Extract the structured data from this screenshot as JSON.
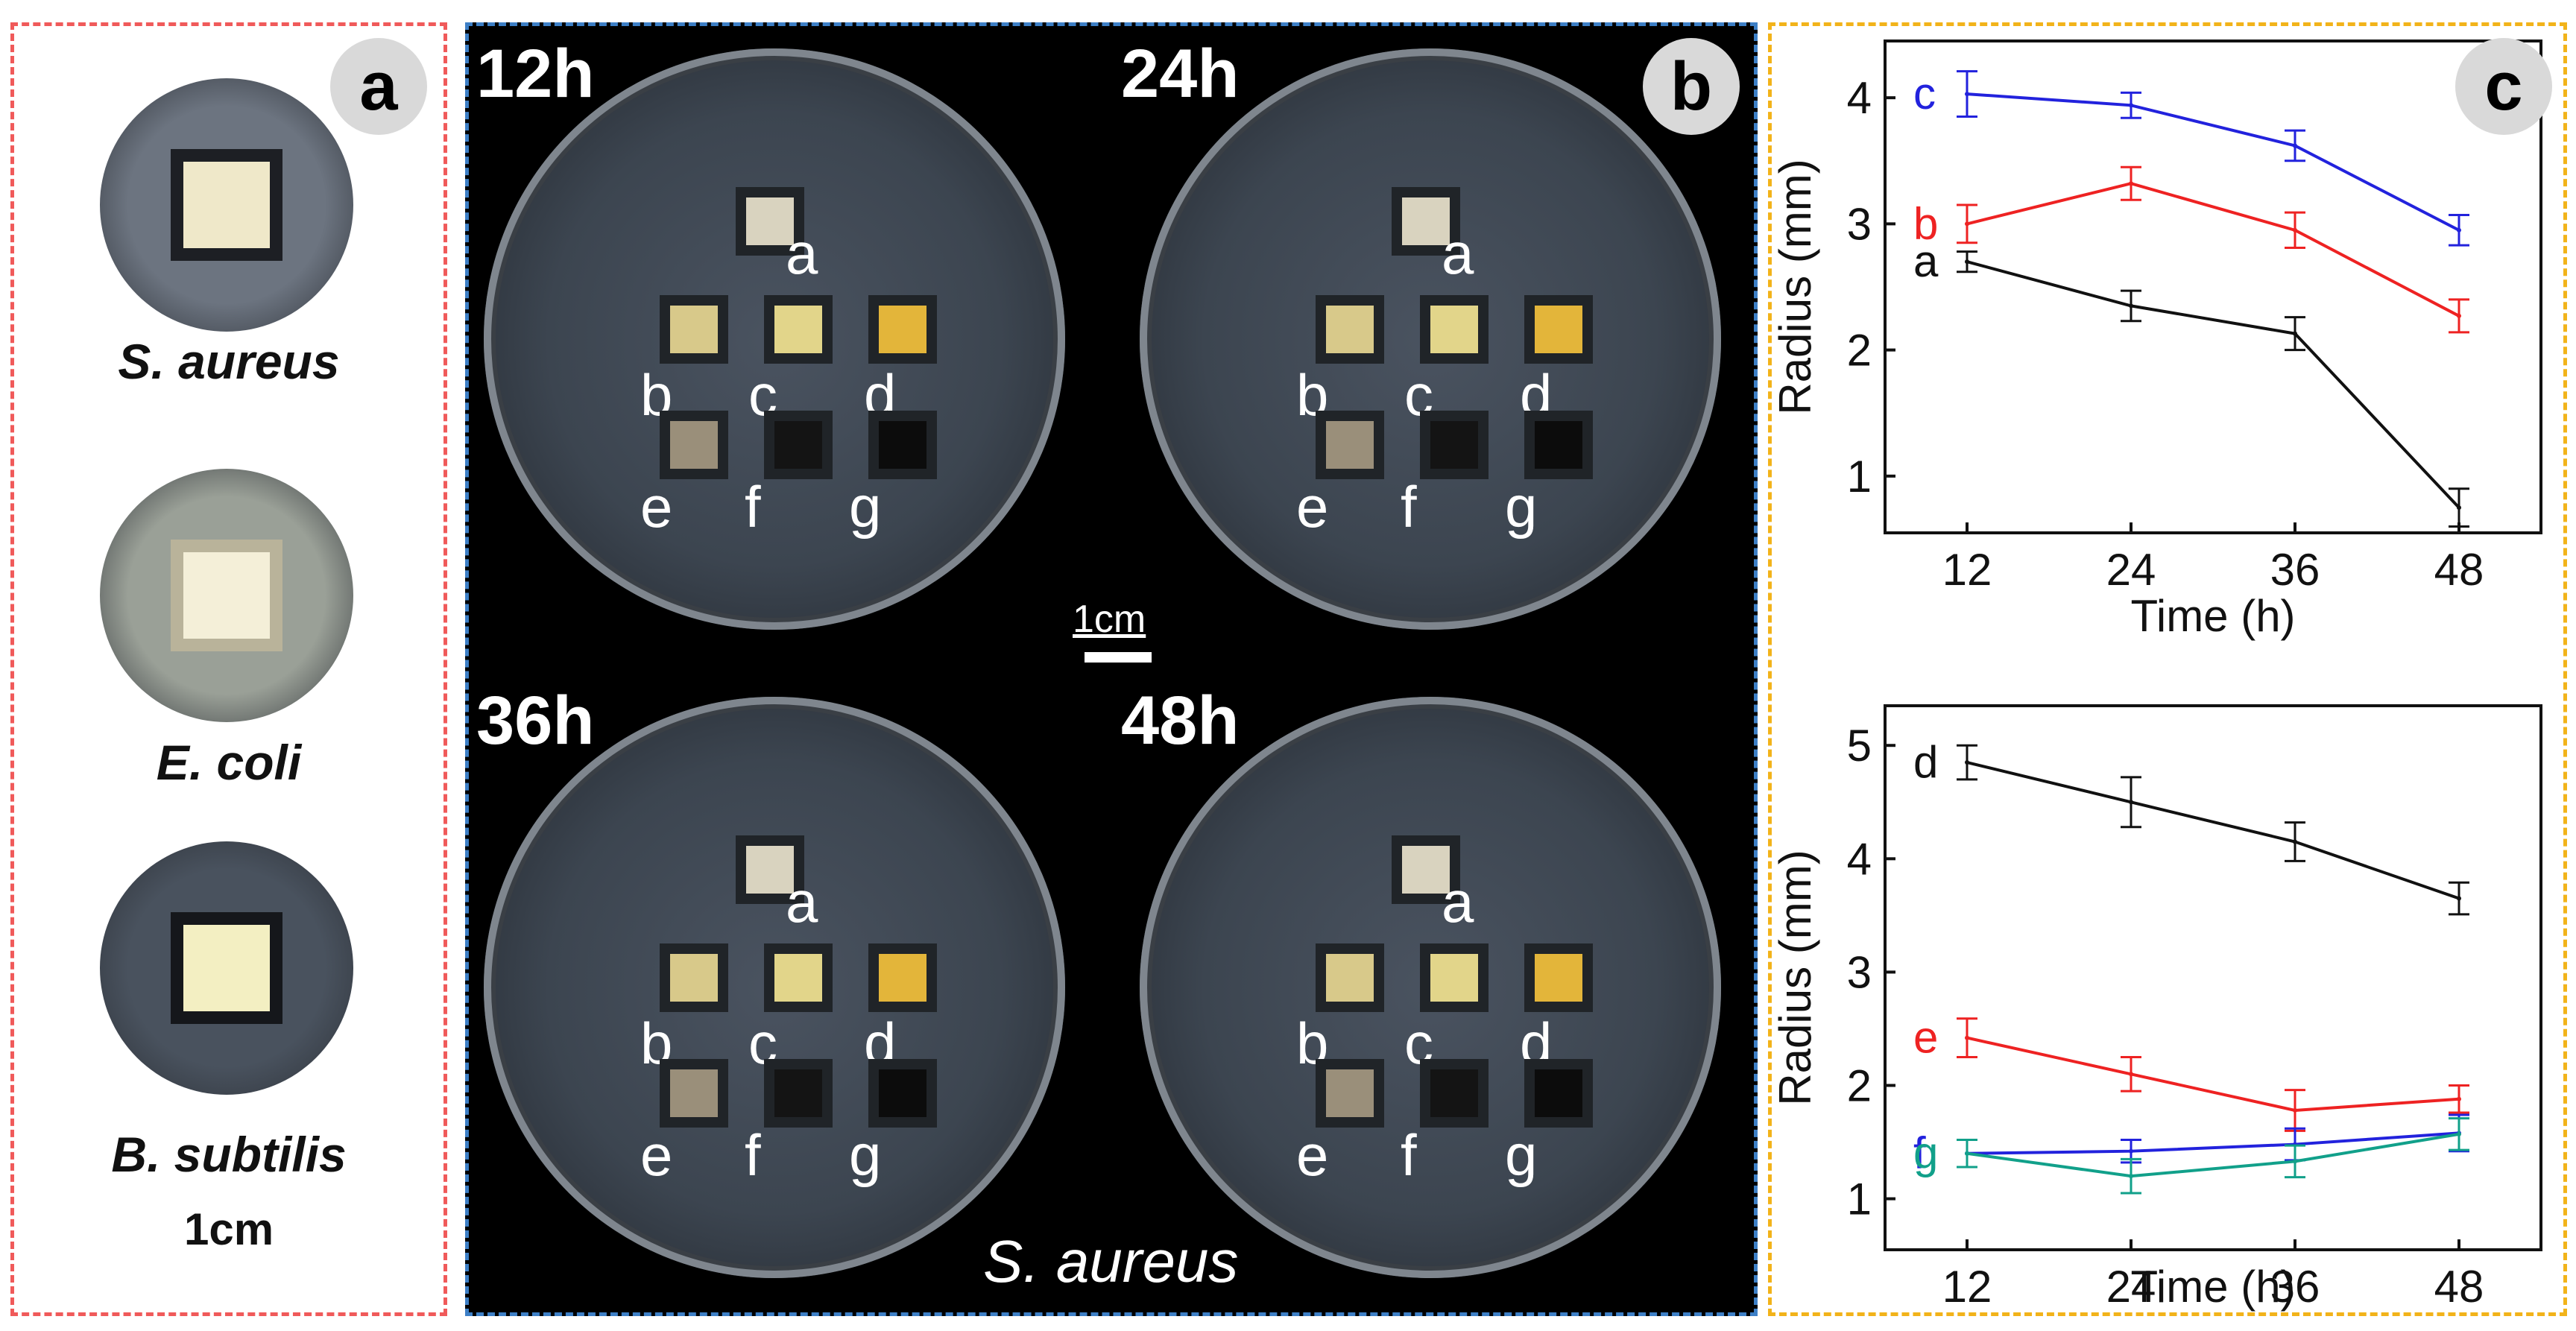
{
  "panel_a": {
    "badge": "a",
    "samples": [
      {
        "label": "S. aureus",
        "colors": {
          "bg": "#6c7480",
          "halo": "#1d1f24",
          "pad": "#efe8c9"
        }
      },
      {
        "label": "E. coli",
        "colors": {
          "bg": "#9aa097",
          "halo": "#b9b39a",
          "pad": "#f4efd8"
        }
      },
      {
        "label": "B. subtilis",
        "colors": {
          "bg": "#49525e",
          "halo": "#15171b",
          "pad": "#f3efc2"
        }
      }
    ],
    "scale_label": "1cm"
  },
  "panel_b": {
    "badge": "b",
    "caption": "S. aureus",
    "scale_label": "1cm",
    "dishes": [
      {
        "time": "12h"
      },
      {
        "time": "24h"
      },
      {
        "time": "36h"
      },
      {
        "time": "48h"
      }
    ],
    "pad_letters": [
      "a",
      "b",
      "c",
      "d",
      "e",
      "f",
      "g"
    ],
    "pad_colors": [
      "#d9d3bf",
      "#d8c98a",
      "#e2d58a",
      "#e3b53a",
      "#9a8f7a",
      "#141414",
      "#0c0c0c"
    ]
  },
  "panel_c": {
    "badge": "c"
  },
  "chart_data": [
    {
      "type": "line",
      "xlabel": "Time (h)",
      "ylabel": "Radius (mm)",
      "x": [
        12,
        24,
        36,
        48
      ],
      "xticks": [
        "12",
        "24",
        "36",
        "48"
      ],
      "yticks": [
        "1",
        "2",
        "3",
        "4"
      ],
      "xlim": [
        6,
        54
      ],
      "ylim": [
        0.55,
        4.45
      ],
      "series": [
        {
          "name": "c",
          "color": "#2222dd",
          "values": [
            4.03,
            3.94,
            3.62,
            2.95
          ],
          "errors": [
            0.18,
            0.1,
            0.12,
            0.12
          ]
        },
        {
          "name": "b",
          "color": "#ee2222",
          "values": [
            3.0,
            3.32,
            2.95,
            2.27
          ],
          "errors": [
            0.15,
            0.13,
            0.14,
            0.13
          ]
        },
        {
          "name": "a",
          "color": "#111111",
          "values": [
            2.7,
            2.35,
            2.13,
            0.75
          ],
          "errors": [
            0.08,
            0.12,
            0.13,
            0.15
          ]
        }
      ]
    },
    {
      "type": "line",
      "xlabel": "Time (h)",
      "ylabel": "Radius (mm)",
      "x": [
        12,
        24,
        36,
        48
      ],
      "xticks": [
        "12",
        "24",
        "36",
        "48"
      ],
      "yticks": [
        "1",
        "2",
        "3",
        "4",
        "5"
      ],
      "xlim": [
        6,
        54
      ],
      "ylim": [
        0.55,
        5.35
      ],
      "series": [
        {
          "name": "d",
          "color": "#111111",
          "values": [
            4.85,
            4.5,
            4.15,
            3.65
          ],
          "errors": [
            0.15,
            0.22,
            0.17,
            0.14
          ]
        },
        {
          "name": "e",
          "color": "#ee2222",
          "values": [
            2.42,
            2.1,
            1.78,
            1.88
          ],
          "errors": [
            0.17,
            0.15,
            0.18,
            0.12
          ]
        },
        {
          "name": "f",
          "color": "#2222dd",
          "values": [
            1.4,
            1.42,
            1.48,
            1.58
          ],
          "errors": [
            0.12,
            0.1,
            0.14,
            0.16
          ]
        },
        {
          "name": "g",
          "color": "#11a08a",
          "values": [
            1.4,
            1.2,
            1.33,
            1.57
          ],
          "errors": [
            0.12,
            0.15,
            0.14,
            0.14
          ]
        }
      ]
    }
  ]
}
